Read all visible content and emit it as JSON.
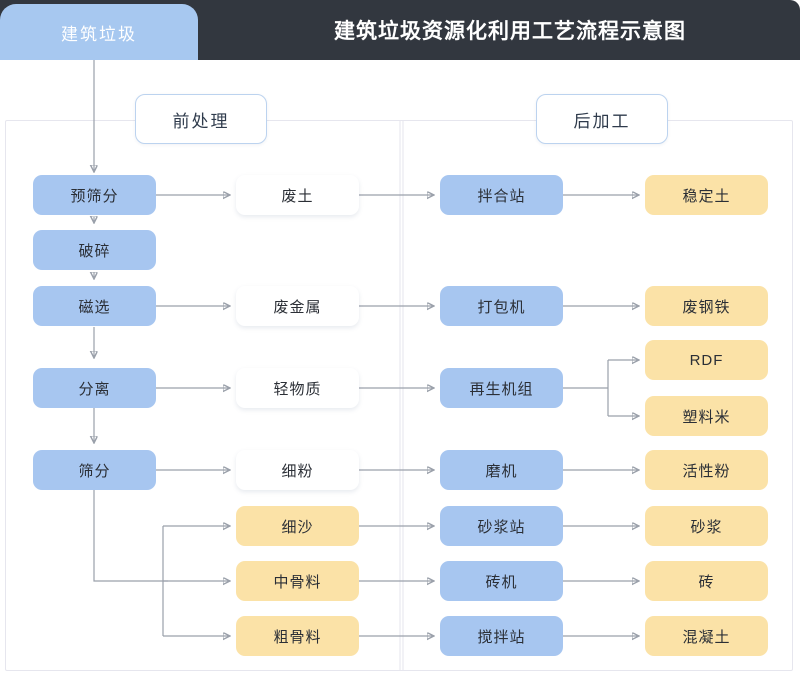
{
  "header": {
    "tab_label": "建筑垃圾",
    "title": "建筑垃圾资源化利用工艺流程示意图",
    "bar_color": "#32373f",
    "tab_color": "#a7c8f0"
  },
  "phases": {
    "pre": "前处理",
    "post": "后加工"
  },
  "palette": {
    "blue_node": "#a7c6f0",
    "yellow_node": "#fbe2a7",
    "white_node": "#ffffff",
    "connector": "#9aa0aa",
    "frame": "#e6e6ee"
  },
  "columns": {
    "process": [
      {
        "label": "预筛分",
        "type": "blue"
      },
      {
        "label": "破碎",
        "type": "blue"
      },
      {
        "label": "磁选",
        "type": "blue"
      },
      {
        "label": "分离",
        "type": "blue"
      },
      {
        "label": "筛分",
        "type": "blue"
      }
    ],
    "intermediate": [
      {
        "label": "废土",
        "type": "white"
      },
      {
        "label": "废金属",
        "type": "white"
      },
      {
        "label": "轻物质",
        "type": "white"
      },
      {
        "label": "细粉",
        "type": "white"
      },
      {
        "label": "细沙",
        "type": "yellow"
      },
      {
        "label": "中骨料",
        "type": "yellow"
      },
      {
        "label": "粗骨料",
        "type": "yellow"
      }
    ],
    "equipment": [
      {
        "label": "拌合站",
        "type": "blue"
      },
      {
        "label": "打包机",
        "type": "blue"
      },
      {
        "label": "再生机组",
        "type": "blue"
      },
      {
        "label": "磨机",
        "type": "blue"
      },
      {
        "label": "砂浆站",
        "type": "blue"
      },
      {
        "label": "砖机",
        "type": "blue"
      },
      {
        "label": "搅拌站",
        "type": "blue"
      }
    ],
    "product": [
      {
        "label": "稳定土",
        "type": "yellow"
      },
      {
        "label": "废钢铁",
        "type": "yellow"
      },
      {
        "label": "RDF",
        "type": "yellow"
      },
      {
        "label": "塑料米",
        "type": "yellow"
      },
      {
        "label": "活性粉",
        "type": "yellow"
      },
      {
        "label": "砂浆",
        "type": "yellow"
      },
      {
        "label": "砖",
        "type": "yellow"
      },
      {
        "label": "混凝土",
        "type": "yellow"
      }
    ]
  },
  "flow": {
    "rows": [
      {
        "process": "预筛分",
        "intermediate": "废土",
        "equipment": "拌合站",
        "product": "稳定土"
      },
      {
        "process": "破碎",
        "intermediate": "",
        "equipment": "",
        "product": ""
      },
      {
        "process": "磁选",
        "intermediate": "废金属",
        "equipment": "打包机",
        "product": "废钢铁"
      },
      {
        "process": "分离",
        "intermediate": "轻物质",
        "equipment": "再生机组",
        "product": "RDF / 塑料米"
      },
      {
        "process": "筛分",
        "intermediate": "细粉",
        "equipment": "磨机",
        "product": "活性粉"
      },
      {
        "process": "筛分",
        "intermediate": "细沙",
        "equipment": "砂浆站",
        "product": "砂浆"
      },
      {
        "process": "筛分",
        "intermediate": "中骨料",
        "equipment": "砖机",
        "product": "砖"
      },
      {
        "process": "筛分",
        "intermediate": "粗骨料",
        "equipment": "搅拌站",
        "product": "混凝土"
      }
    ]
  }
}
